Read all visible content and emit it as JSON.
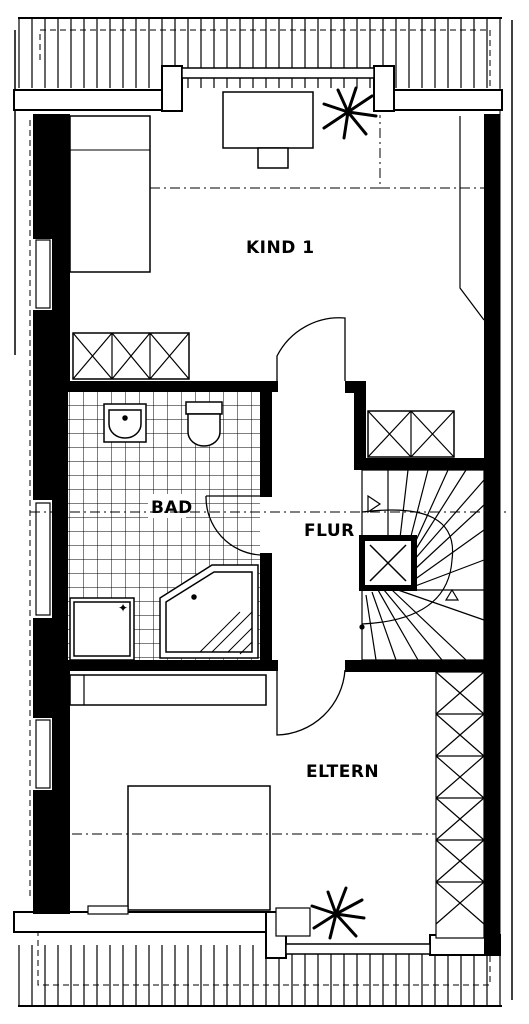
{
  "floor_plan": {
    "rooms": [
      {
        "id": "kind1",
        "label": "KIND 1"
      },
      {
        "id": "bad",
        "label": "BAD"
      },
      {
        "id": "flur",
        "label": "FLUR"
      },
      {
        "id": "eltern",
        "label": "ELTERN"
      }
    ]
  }
}
